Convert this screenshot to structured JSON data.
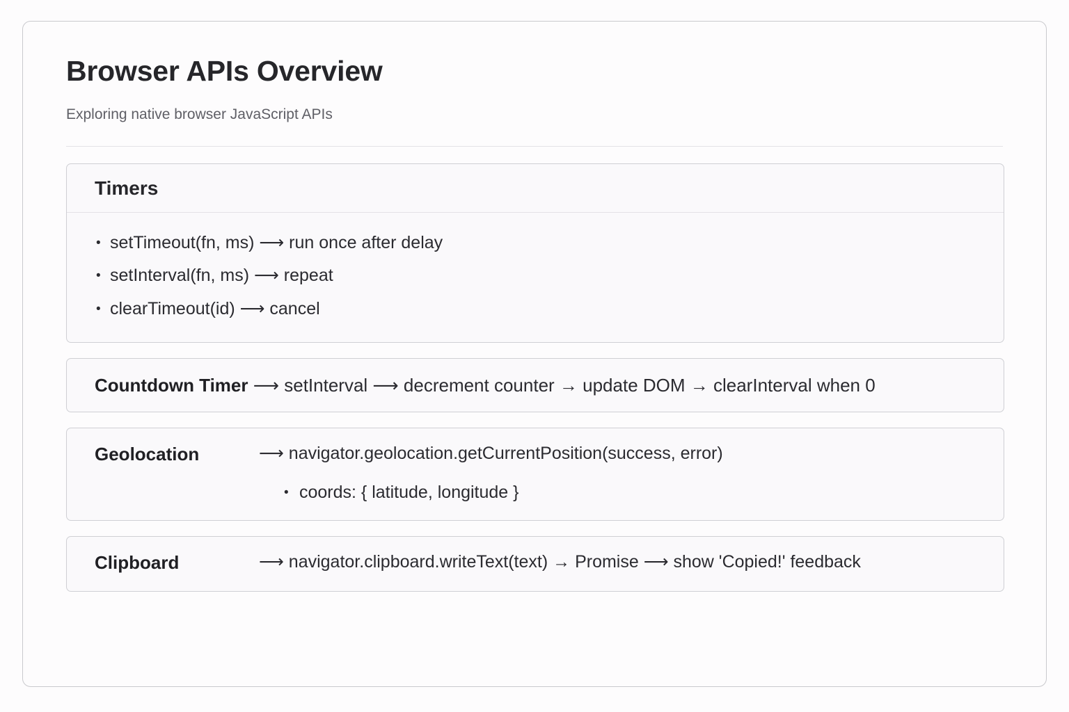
{
  "document": {
    "title": "Browser APIs Overview",
    "subtitle": "Exploring native browser JavaScript APIs"
  },
  "cards": {
    "timers": {
      "header": "Timers",
      "bullet_glyph": "•",
      "items": [
        "setTimeout(fn, ms) ⟶ run once after delay",
        "setInterval(fn, ms) ⟶ repeat",
        "clearTimeout(id) ⟶ cancel"
      ]
    },
    "countdown": {
      "lead": "Countdown Timer",
      "flow": " ⟶ setInterval ⟶ decrement counter → update DOM → clearInterval when 0"
    },
    "geolocation": {
      "label": "Geolocation",
      "line": "⟶ navigator.geolocation.getCurrentPosition(success, error)",
      "bullet_glyph": "•",
      "subitem": "coords: { latitude, longitude }"
    },
    "clipboard": {
      "label": "Clipboard",
      "line": "⟶ navigator.clipboard.writeText(text) → Promise ⟶ show 'Copied!' feedback"
    }
  },
  "colors": {
    "page_background": "#fdfcfd",
    "card_background": "#faf9fb",
    "border": "#cfcfd4",
    "divider": "#e4e2e6",
    "title_text": "#26262a",
    "subtitle_text": "#5f5f66",
    "body_text": "#2b2b30"
  }
}
